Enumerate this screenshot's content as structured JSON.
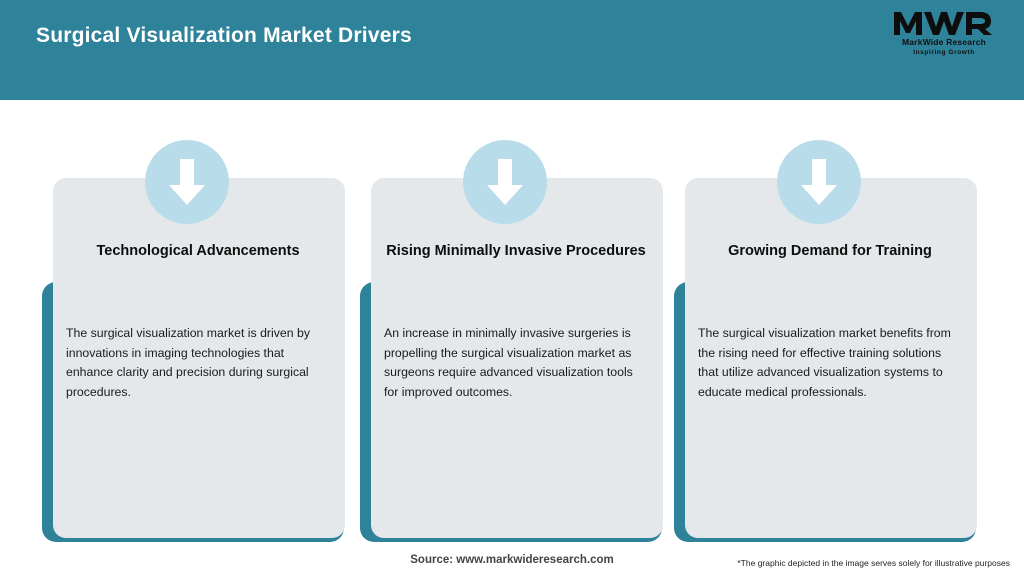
{
  "header": {
    "title": "Surgical Visualization Market Drivers",
    "background_color": "#2e8299",
    "title_color": "#ffffff"
  },
  "logo": {
    "mark": "MWR",
    "name": "MarkWide Research",
    "tagline": "Inspiring Growth"
  },
  "cards": [
    {
      "icon": "down-arrow-icon",
      "title": "Technological Advancements",
      "body": "The surgical visualization market is driven by innovations in imaging technologies that enhance clarity and precision during surgical procedures."
    },
    {
      "icon": "down-arrow-icon",
      "title": "Rising Minimally Invasive Procedures",
      "body": "An increase in minimally invasive surgeries is propelling the surgical visualization market as surgeons require advanced visualization tools for improved outcomes."
    },
    {
      "icon": "down-arrow-icon",
      "title": "Growing Demand for Training",
      "body": "The surgical visualization market benefits from the rising need for effective training solutions that utilize advanced visualization systems to educate medical professionals."
    }
  ],
  "footer": {
    "source": "Source: www.markwideresearch.com",
    "disclaimer": "*The graphic depicted in the image serves solely for illustrative purposes"
  },
  "colors": {
    "teal": "#2e8299",
    "card_panel": "#e4e8ea",
    "icon_circle": "#b8dce9",
    "arrow": "#ffffff"
  }
}
